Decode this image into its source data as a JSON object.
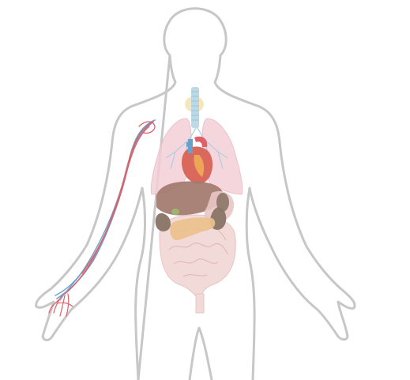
{
  "figure": {
    "subject": "human-anatomy",
    "background_color": "#ffffff",
    "outline_color": "#c7c7c7"
  },
  "organs": [
    {
      "name": "thyroid",
      "color": "#f6e2b4"
    },
    {
      "name": "trachea",
      "color": "#bcd9e6"
    },
    {
      "name": "lungs",
      "color": "#f3cfd6"
    },
    {
      "name": "heart",
      "color": "#d9695c"
    },
    {
      "name": "liver",
      "color": "#a2786c"
    },
    {
      "name": "stomach",
      "color": "#e9c7c5"
    },
    {
      "name": "spleen",
      "color": "#8b7567"
    },
    {
      "name": "kidneys",
      "color": "#8d7a6c"
    },
    {
      "name": "pancreas",
      "color": "#ebc18d"
    },
    {
      "name": "intestines",
      "color": "#f0d6d4"
    }
  ],
  "vessels": {
    "arteries_color": "#e0606a",
    "veins_color": "#6aa1c9"
  }
}
